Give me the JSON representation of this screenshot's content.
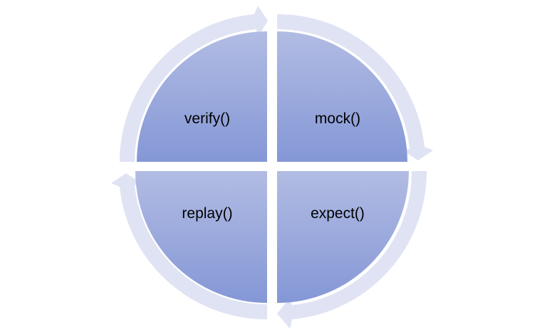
{
  "diagram": {
    "type": "cycle",
    "labels": {
      "top_left": "verify()",
      "top_right": "mock()",
      "bottom_right": "expect()",
      "bottom_left": "replay()"
    },
    "colors": {
      "ring": "#dfe3f3",
      "quadrant_light": "#b2bce3",
      "quadrant_dark": "#8497d6",
      "text": "#000000",
      "background": "#ffffff"
    }
  }
}
